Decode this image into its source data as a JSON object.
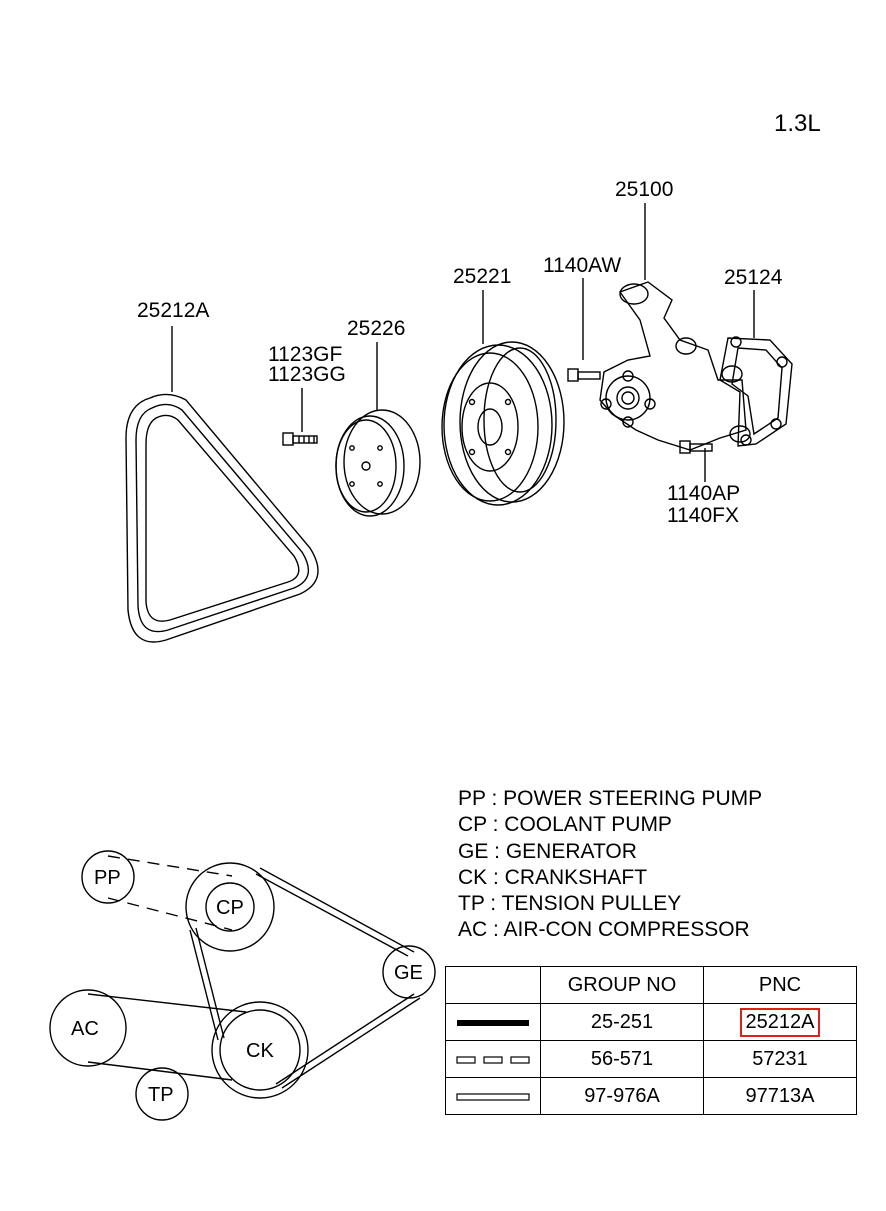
{
  "engine": "1.3L",
  "parts": {
    "belt": "25212A",
    "pulley_small": "25226",
    "bolt_small_1": "1123GF",
    "bolt_small_2": "1123GG",
    "pulley_large": "25221",
    "pump": "25100",
    "bolt_pump": "1140AW",
    "gasket": "25124",
    "bolt_lower_1": "1140AP",
    "bolt_lower_2": "1140FX"
  },
  "legend": [
    "PP : POWER STEERING PUMP",
    "CP : COOLANT PUMP",
    "GE : GENERATOR",
    "CK : CRANKSHAFT",
    "TP : TENSION PULLEY",
    "AC : AIR-CON COMPRESSOR"
  ],
  "nodes": {
    "pp": "PP",
    "cp": "CP",
    "ge": "GE",
    "ac": "AC",
    "ck": "CK",
    "tp": "TP"
  },
  "table": {
    "headers": [
      "GROUP NO",
      "PNC"
    ],
    "rows": [
      {
        "style": "double-solid",
        "group": "25-251",
        "pnc": "25212A",
        "highlighted": true
      },
      {
        "style": "dashed",
        "group": "56-571",
        "pnc": "57231",
        "highlighted": false
      },
      {
        "style": "hollow",
        "group": "97-976A",
        "pnc": "97713A",
        "highlighted": false
      }
    ]
  },
  "colors": {
    "highlight": "#e0201c",
    "line": "#000000"
  }
}
